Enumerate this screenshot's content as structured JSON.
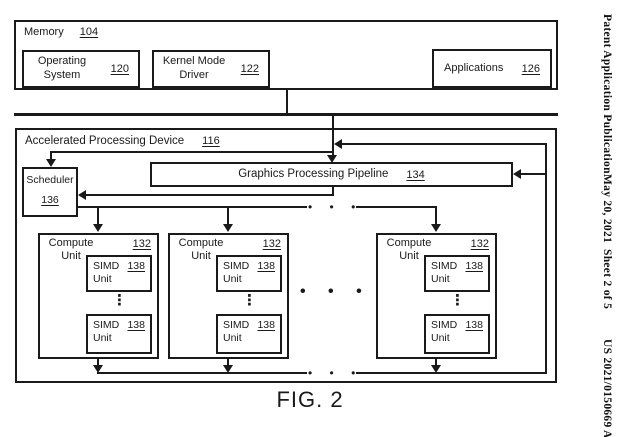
{
  "figure": {
    "caption": "FIG. 2"
  },
  "page_header": {
    "publication": "Patent Application Publication",
    "date": "May 20, 2021",
    "sheet": "Sheet 2 of 5",
    "doc_number": "US 2021/0150669 A1"
  },
  "memory": {
    "label": "Memory",
    "ref": "104",
    "operating_system": {
      "label": "Operating System",
      "ref": "120"
    },
    "kernel_mode_driver": {
      "label": "Kernel Mode Driver",
      "ref": "122"
    },
    "applications": {
      "label": "Applications",
      "ref": "126"
    }
  },
  "apd": {
    "label": "Accelerated Processing Device",
    "ref": "116",
    "scheduler": {
      "label": "Scheduler",
      "ref": "136"
    },
    "pipeline": {
      "label": "Graphics Processing Pipeline",
      "ref": "134"
    },
    "compute_units": [
      {
        "label": "Compute Unit",
        "ref": "132",
        "simd_units": [
          {
            "label": "SIMD Unit",
            "ref": "138"
          },
          {
            "label": "SIMD Unit",
            "ref": "138"
          }
        ]
      },
      {
        "label": "Compute Unit",
        "ref": "132",
        "simd_units": [
          {
            "label": "SIMD Unit",
            "ref": "138"
          },
          {
            "label": "SIMD Unit",
            "ref": "138"
          }
        ]
      },
      {
        "label": "Compute Unit",
        "ref": "132",
        "simd_units": [
          {
            "label": "SIMD Unit",
            "ref": "138"
          },
          {
            "label": "SIMD Unit",
            "ref": "138"
          }
        ]
      }
    ]
  },
  "decor": {
    "ellipsis_h": "• • •",
    "ellipsis_v": "⋮"
  },
  "colors": {
    "line": "#1a1a1a",
    "background": "#ffffff"
  }
}
